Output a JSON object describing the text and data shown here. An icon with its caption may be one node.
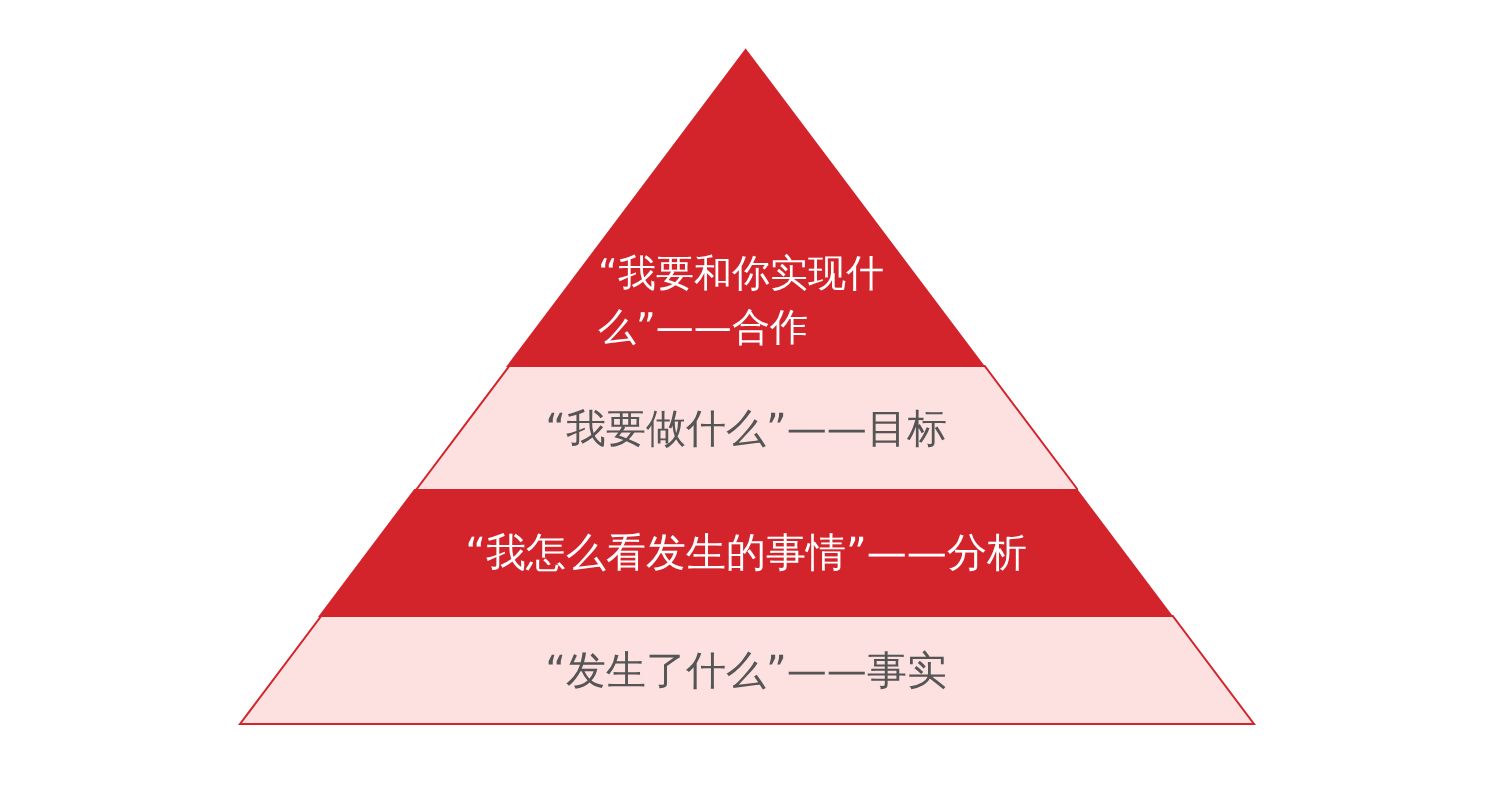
{
  "diagram": {
    "nodes": [
      {
        "text": [
          "“我要和你实现什么”——合作"
        ]
      },
      {
        "text": [
          "“我要做什么”——目标"
        ]
      },
      {
        "text": [
          "“我怎么看发生的事情”——分析"
        ]
      },
      {
        "text": [
          "“发生了什么”——事实"
        ]
      }
    ]
  }
}
